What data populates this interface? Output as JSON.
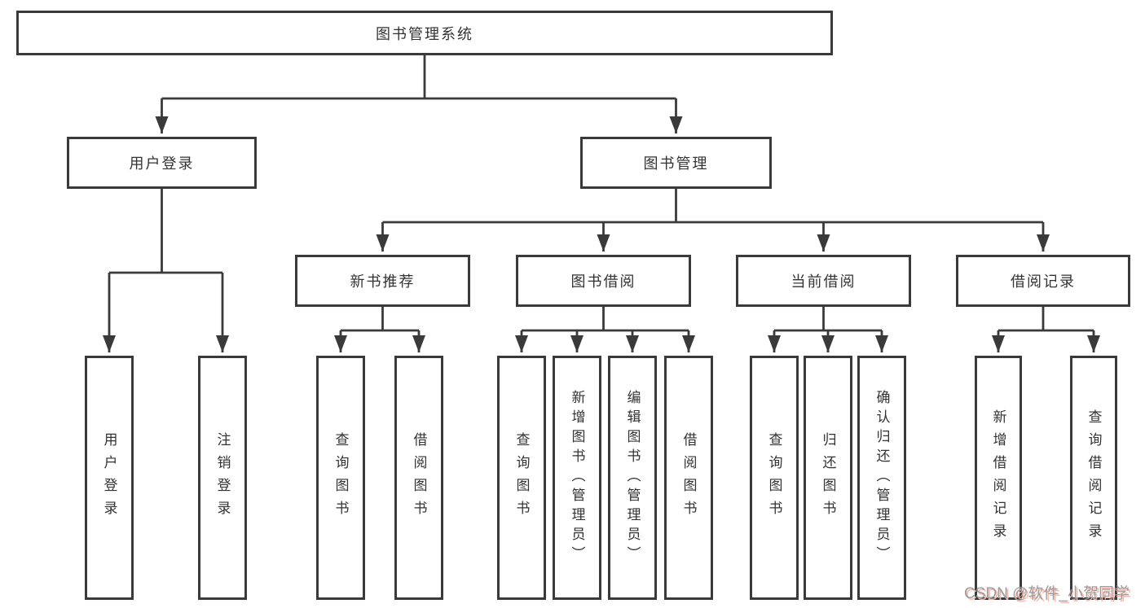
{
  "diagram": {
    "type": "tree-structure-diagram",
    "colors": {
      "line": "#3a3a3a",
      "box_border": "#3a3a3a",
      "box_fill": "#ffffff",
      "text": "#333333",
      "background": "#ffffff",
      "watermark_text": "#9c9c9c",
      "watermark_shadow": "#f6b7ad"
    },
    "nodes": {
      "root": "图书管理系统",
      "user_login": "用户登录",
      "book_management": "图书管理",
      "new_book_recommend": "新书推荐",
      "book_borrow": "图书借阅",
      "current_borrow": "当前借阅",
      "borrow_records": "借阅记录",
      "login": "用户登录",
      "logout": "注销登录",
      "rec_query_book": "查询图书",
      "rec_borrow_book": "借阅图书",
      "borrow_query_book": "查询图书",
      "borrow_add_book": "新增图书（管理员）",
      "borrow_edit_book": "编辑图书（管理员）",
      "borrow_borrow_book": "借阅图书",
      "current_query_book": "查询图书",
      "current_return_book": "归还图书",
      "current_confirm_return": "确认归还（管理员）",
      "record_add": "新增借阅记录",
      "record_query": "查询借阅记录"
    },
    "hierarchy": {
      "图书管理系统": [
        "用户登录",
        "图书管理"
      ],
      "用户登录": [
        "用户登录",
        "注销登录"
      ],
      "图书管理": [
        "新书推荐",
        "图书借阅",
        "当前借阅",
        "借阅记录"
      ],
      "新书推荐": [
        "查询图书",
        "借阅图书"
      ],
      "图书借阅": [
        "查询图书",
        "新增图书（管理员）",
        "编辑图书（管理员）",
        "借阅图书"
      ],
      "当前借阅": [
        "查询图书",
        "归还图书",
        "确认归还（管理员）"
      ],
      "借阅记录": [
        "新增借阅记录",
        "查询借阅记录"
      ]
    },
    "watermark": "CSDN @软件_小贺同学"
  }
}
